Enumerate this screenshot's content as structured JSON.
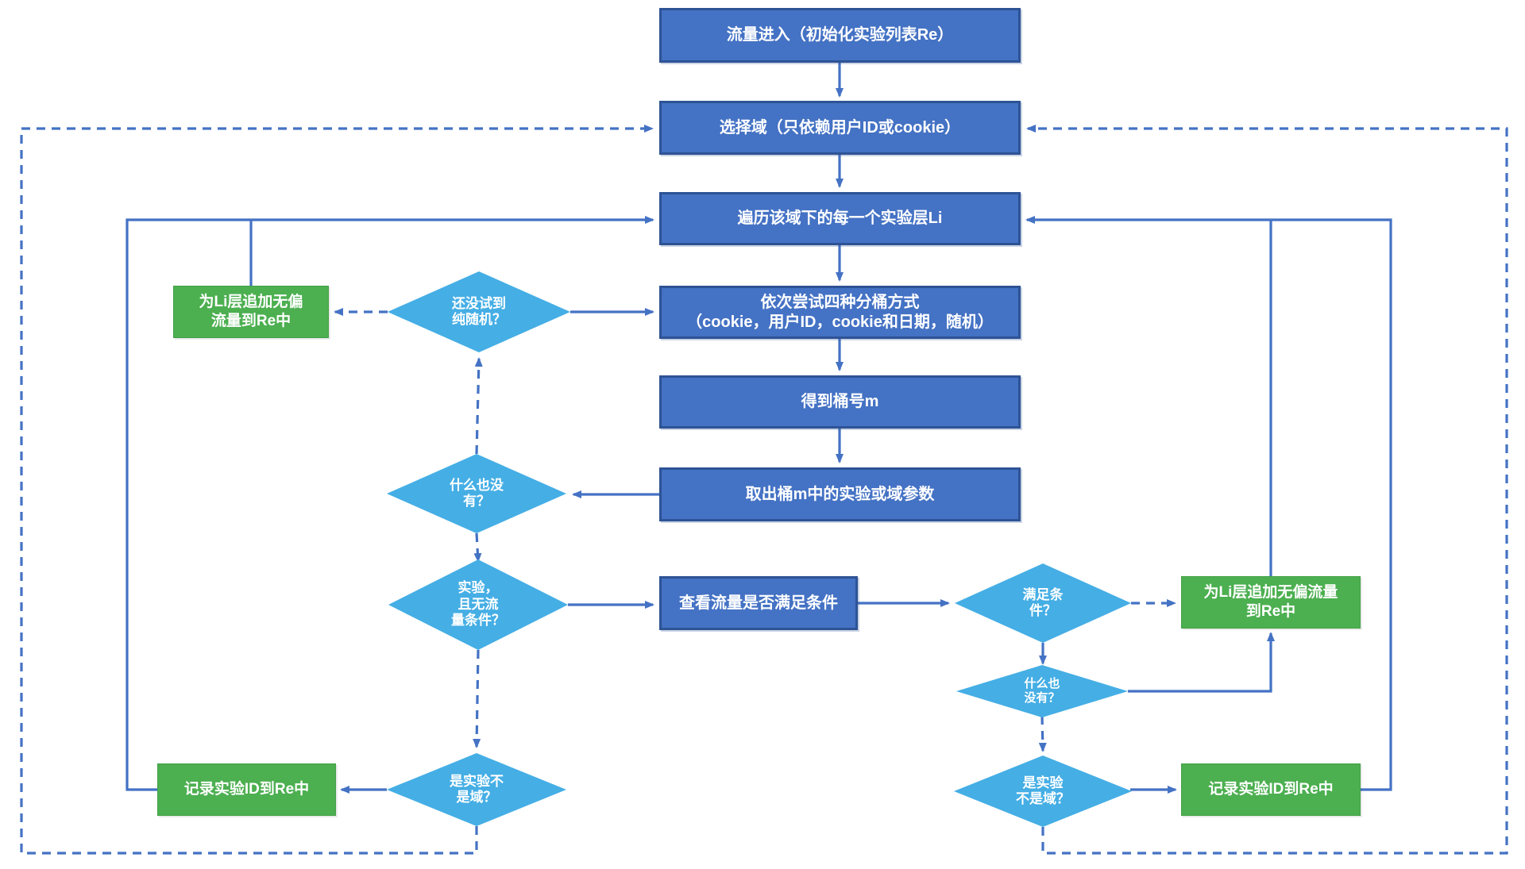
{
  "diagram_title": "实验分流（分桶）流程图",
  "colors": {
    "process_fill": "#4472C4",
    "process_border": "#2E5395",
    "decision_fill": "#45AEE5",
    "action_fill": "#4CAF50",
    "action_border": "#43A047",
    "connector": "#4472C4",
    "text": "#FFFFFF"
  },
  "nodes": {
    "traffic_enter": {
      "label": "流量进入（初始化实验列表Re）"
    },
    "select_domain": {
      "label": "选择域（只依赖用户ID或cookie）"
    },
    "iterate_layers": {
      "label": "遍历该域下的每一个实验层Li"
    },
    "try_bucketing": {
      "label": "依次尝试四种分桶方式\n（cookie，用户ID，cookie和日期，随机）"
    },
    "get_bucket": {
      "label": "得到桶号m"
    },
    "fetch_params": {
      "label": "取出桶m中的实验或域参数"
    },
    "check_traffic": {
      "label": "查看流量是否满足条件"
    },
    "tried_random": {
      "label": "还没试到\n纯随机？"
    },
    "nothing_left": {
      "label": "什么也没\n有？"
    },
    "exp_no_cond": {
      "label": "实验，\n且无流\n量条件？"
    },
    "is_exp_left": {
      "label": "是实验不\n是域？"
    },
    "meets_cond": {
      "label": "满足条\n件？"
    },
    "nothing_right": {
      "label": "什么也\n没有？"
    },
    "is_exp_right": {
      "label": "是实验\n不是域？"
    },
    "append_unbiased_left": {
      "label": "为Li层追加无偏\n流量到Re中"
    },
    "append_unbiased_right": {
      "label": "为Li层追加无偏流量\n到Re中"
    },
    "record_id_left": {
      "label": "记录实验ID到Re中"
    },
    "record_id_right": {
      "label": "记录实验ID到Re中"
    }
  }
}
